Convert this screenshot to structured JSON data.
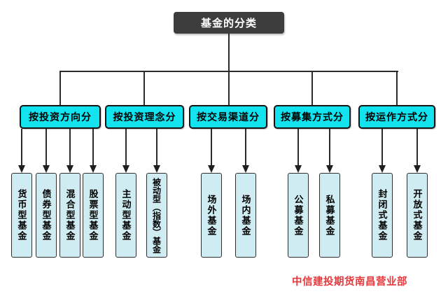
{
  "diagram": {
    "root": "基金的分类",
    "branches": [
      {
        "label": "按投资方向分",
        "children": [
          "货币型基金",
          "债券型基金",
          "混合型基金",
          "股票型基金"
        ]
      },
      {
        "label": "按投资理念分",
        "children": [
          "主动型基金",
          "被动型（指数）基金"
        ]
      },
      {
        "label": "按交易渠道分",
        "children": [
          "场外基金",
          "场内基金"
        ]
      },
      {
        "label": "按募集方式分",
        "children": [
          "公募基金",
          "私募基金"
        ]
      },
      {
        "label": "按运作方式分",
        "children": [
          "封闭式基金",
          "开放式基金"
        ]
      }
    ]
  },
  "footer": {
    "watermark": "中信建投期货南昌营业部"
  },
  "colors": {
    "background": "#ffffff",
    "root_box": "#3d3d3d",
    "root_text": "#ffffff",
    "branch_box": "#12e3ee",
    "leaf_box": "#cfecf2",
    "node_text": "#000000",
    "line": "#2b2b2b",
    "watermark": "#e6393d"
  }
}
